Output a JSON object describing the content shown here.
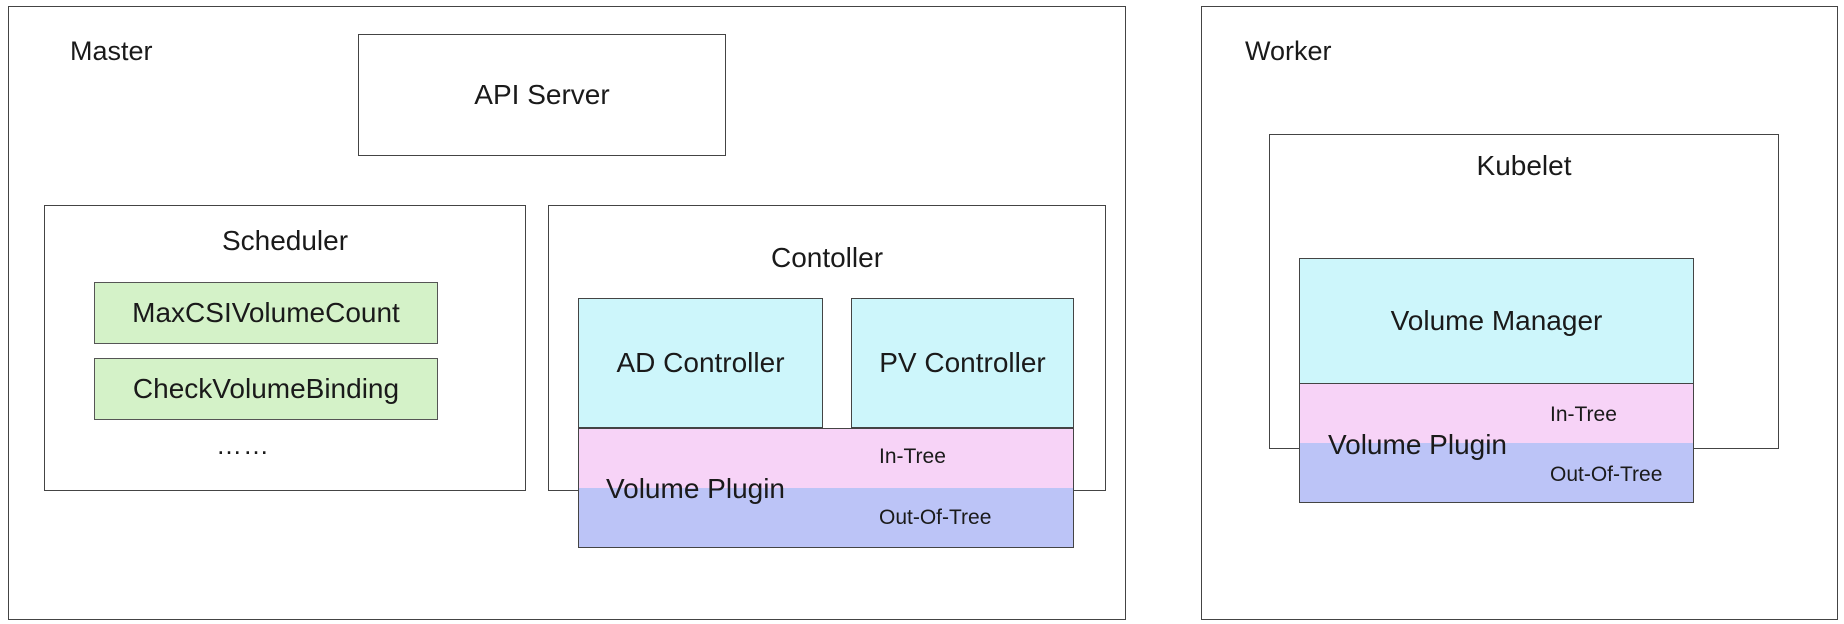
{
  "master": {
    "label": "Master",
    "api_server": "API Server",
    "scheduler": {
      "title": "Scheduler",
      "plugins": [
        "MaxCSIVolumeCount",
        "CheckVolumeBinding"
      ],
      "more": "……"
    },
    "controller": {
      "title": "Contoller",
      "ad_controller": "AD Controller",
      "pv_controller": "PV Controller",
      "volume_plugin": {
        "label": "Volume Plugin",
        "in_tree": "In-Tree",
        "out_of_tree": "Out-Of-Tree"
      }
    }
  },
  "worker": {
    "label": "Worker",
    "kubelet": {
      "title": "Kubelet",
      "volume_manager": "Volume Manager",
      "volume_plugin": {
        "label": "Volume Plugin",
        "in_tree": "In-Tree",
        "out_of_tree": "Out-Of-Tree"
      }
    }
  },
  "colors": {
    "scheduler_plugin_fill": "#d4f2c8",
    "controller_fill": "#cdf6fb",
    "in_tree_fill": "#f7d3f7",
    "out_of_tree_fill": "#bcc4f7",
    "border": "#444444"
  }
}
